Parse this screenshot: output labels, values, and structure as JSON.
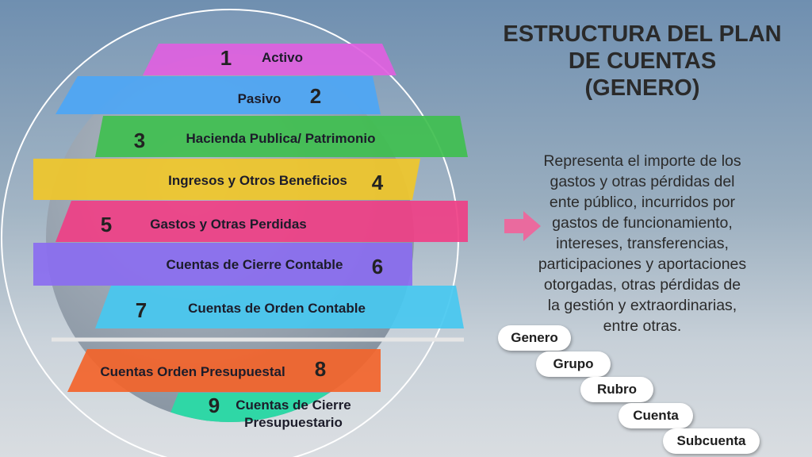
{
  "title": {
    "line1": "ESTRUCTURA DEL PLAN",
    "line2": "DE CUENTAS",
    "line3": "(GENERO)"
  },
  "description": {
    "lines": [
      "Representa el importe de los",
      "gastos y otras pérdidas del",
      "ente público, incurridos por",
      "gastos de funcionamiento,",
      "intereses, transferencias,",
      "participaciones y aportaciones",
      "otorgadas, otras pérdidas de",
      "la gestión y extraordinarias,",
      "entre otras."
    ]
  },
  "accounts": [
    {
      "number": "1",
      "label": "Activo",
      "color": "#e060e0"
    },
    {
      "number": "2",
      "label": "Pasivo",
      "color": "#4da6f5"
    },
    {
      "number": "3",
      "label": "Hacienda Publica/ Patrimonio",
      "color": "#3fbf4f"
    },
    {
      "number": "4",
      "label": "Ingresos y Otros Beneficios",
      "color": "#f0c72a"
    },
    {
      "number": "5",
      "label": "Gastos y Otras Perdidas",
      "color": "#ef3f86"
    },
    {
      "number": "6",
      "label": "Cuentas de Cierre Contable",
      "color": "#8a6cf0"
    },
    {
      "number": "7",
      "label": "Cuentas de Orden Contable",
      "color": "#47c8f0"
    },
    {
      "number": "8",
      "label": "Cuentas Orden Presupuestal",
      "color": "#f3642a"
    },
    {
      "number": "9",
      "label": "Cuentas de Cierre\nPresupuestario",
      "color": "#27dca6"
    }
  ],
  "hierarchy": [
    "Genero",
    "Grupo",
    "Rubro",
    "Cuenta",
    "Subcuenta"
  ],
  "colors": {
    "arrow": "#ea6a9e",
    "circle_fill": "#9aa6b3",
    "text_dark": "#2a2a2a"
  }
}
